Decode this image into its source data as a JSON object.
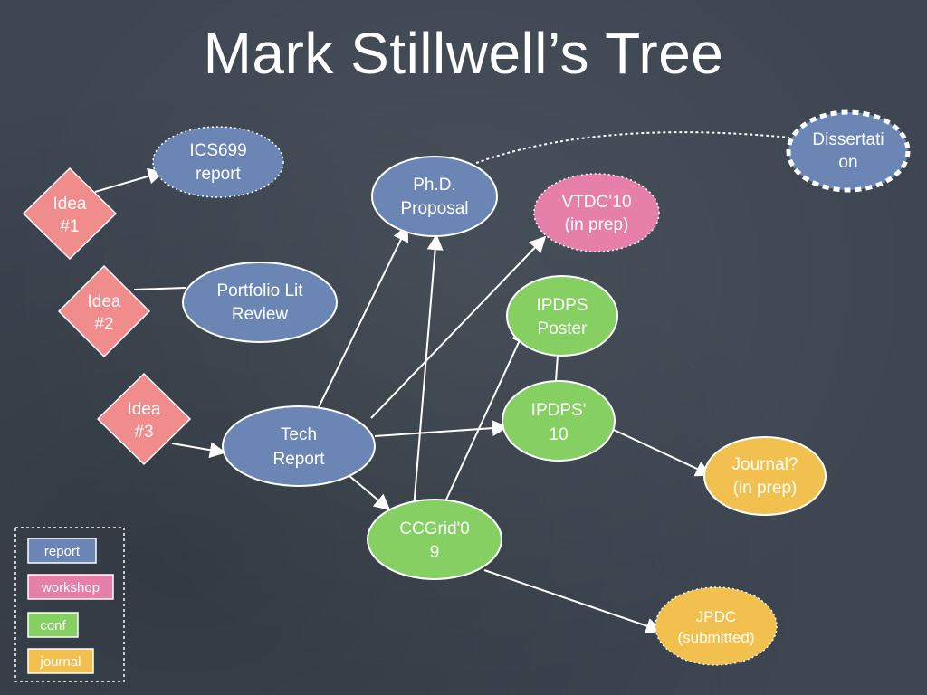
{
  "title": "Mark Stillwell’s Tree",
  "colors": {
    "report": "#6b85b5",
    "workshop": "#e680a8",
    "conf": "#86cf62",
    "journal": "#f2c04e",
    "idea": "#f08c8c",
    "edge": "#ffffff"
  },
  "nodes": {
    "ics699": {
      "lines": [
        "ICS699",
        "report"
      ],
      "type": "report"
    },
    "phd": {
      "lines": [
        "Ph.D.",
        "Proposal"
      ],
      "type": "report"
    },
    "dissertation": {
      "lines": [
        "Dissertati",
        "on"
      ],
      "type": "report"
    },
    "vtdc": {
      "lines": [
        "VTDC’10",
        "(in prep)"
      ],
      "type": "workshop"
    },
    "portfolio": {
      "lines": [
        "Portfolio Lit",
        "Review"
      ],
      "type": "report"
    },
    "ipdps_poster": {
      "lines": [
        "IPDPS",
        "Poster"
      ],
      "type": "conf"
    },
    "ipdps10": {
      "lines": [
        "IPDPS'",
        "10"
      ],
      "type": "conf"
    },
    "tech": {
      "lines": [
        "Tech",
        "Report"
      ],
      "type": "report"
    },
    "journal_q": {
      "lines": [
        "Journal?",
        "(in prep)"
      ],
      "type": "journal"
    },
    "ccgrid": {
      "lines": [
        "CCGrid'0",
        "9"
      ],
      "type": "conf"
    },
    "jpdc": {
      "lines": [
        "JPDC",
        "(submitted)"
      ],
      "type": "journal"
    },
    "idea1": {
      "lines": [
        "Idea",
        "#1"
      ],
      "type": "idea"
    },
    "idea2": {
      "lines": [
        "Idea",
        "#2"
      ],
      "type": "idea"
    },
    "idea3": {
      "lines": [
        "Idea",
        "#3"
      ],
      "type": "idea"
    }
  },
  "legend": [
    {
      "label": "report",
      "type": "report"
    },
    {
      "label": "workshop",
      "type": "workshop"
    },
    {
      "label": "conf",
      "type": "conf"
    },
    {
      "label": "journal",
      "type": "journal"
    }
  ]
}
